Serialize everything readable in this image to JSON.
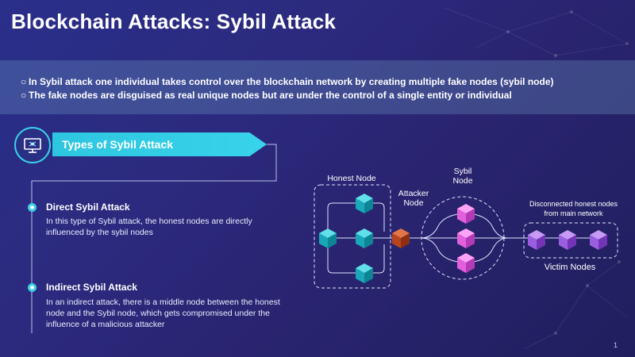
{
  "title": "Blockchain Attacks: Sybil Attack",
  "banner": {
    "bullets": [
      "In Sybil attack one individual takes control over the blockchain network by creating multiple fake nodes (sybil node)",
      "The fake nodes are disguised as real unique nodes but are under the control of a single entity or individual"
    ]
  },
  "types": {
    "heading": "Types of Sybil Attack",
    "icon": "monitor-network-icon",
    "items": [
      {
        "title": "Direct Sybil Attack",
        "text": "In this type of Sybil attack, the honest nodes are directly influenced by the sybil nodes"
      },
      {
        "title": "Indirect Sybil Attack",
        "text": "In an indirect attack, there is a middle node between the honest node and the Sybil node, which gets compromised under the influence of a malicious attacker"
      }
    ]
  },
  "diagram": {
    "honest_label": "Honest Node",
    "attacker_label": "Attacker Node",
    "sybil_label": "Sybil Node",
    "disconnected_label": "Disconnected honest nodes from main network",
    "victim_label": "Victim Nodes",
    "colors": {
      "honest": "#1fb5c6",
      "attacker": "#c2461f",
      "sybil": "#e56ee0",
      "victim": "#a566e0"
    }
  },
  "page_number": "1"
}
